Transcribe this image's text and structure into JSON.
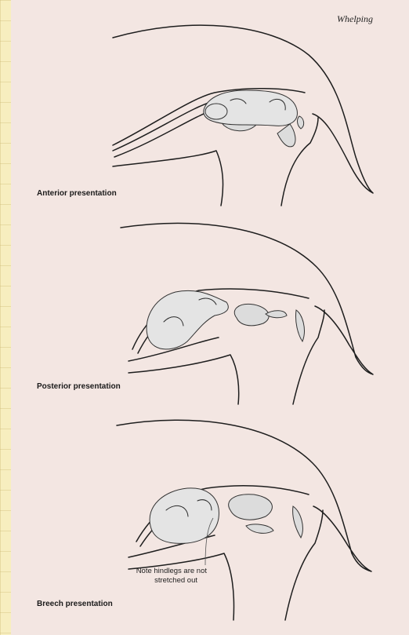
{
  "header": {
    "title": "Whelping"
  },
  "panels": [
    {
      "caption": "Anterior presentation"
    },
    {
      "caption": "Posterior presentation"
    },
    {
      "caption": "Breech presentation"
    }
  ],
  "note": {
    "line1": "Note hindlegs are not",
    "line2": "stretched out"
  }
}
